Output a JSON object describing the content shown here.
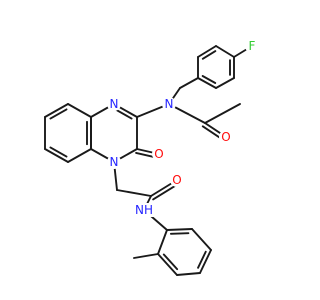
{
  "molecule": {
    "atoms": [
      {
        "id": "F",
        "label": "F",
        "color": "#33cc33"
      },
      {
        "id": "N1",
        "label": "N",
        "color": "#2626ff"
      },
      {
        "id": "N2",
        "label": "N",
        "color": "#2626ff"
      },
      {
        "id": "N3",
        "label": "N",
        "color": "#2626ff"
      },
      {
        "id": "NH",
        "label": "NH",
        "color": "#2626ff"
      },
      {
        "id": "O1",
        "label": "O",
        "color": "#ff0d0d"
      },
      {
        "id": "O2",
        "label": "O",
        "color": "#ff0d0d"
      },
      {
        "id": "O3",
        "label": "O",
        "color": "#ff0d0d"
      }
    ]
  }
}
